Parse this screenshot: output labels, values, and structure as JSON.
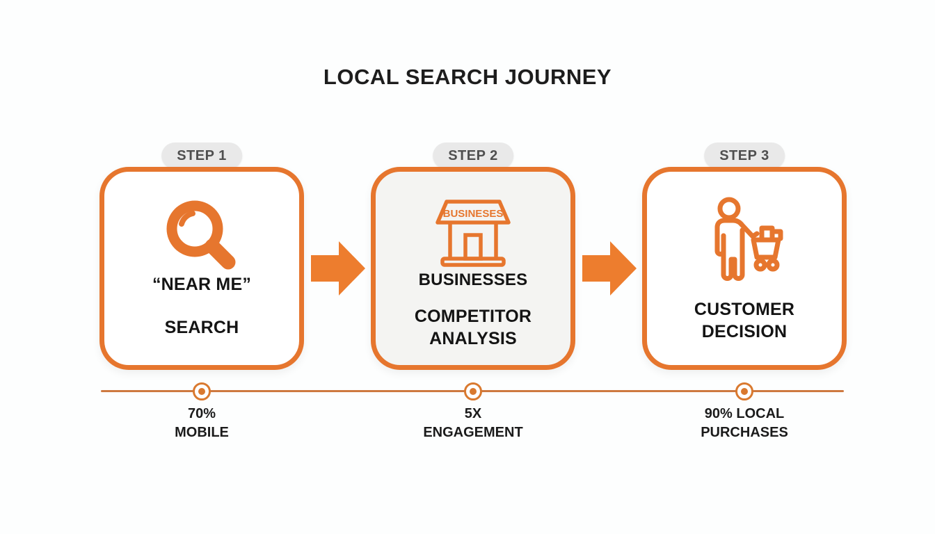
{
  "page": {
    "title": "LOCAL SEARCH JOURNEY",
    "background_color": "#fdfefe",
    "accent_orange": "#e6762e",
    "arrow_orange": "#ed7d2e",
    "badge_gray": "#e9e9e9",
    "step2_box_bg": "#f4f4f2",
    "timeline_line_color": "#ce7940"
  },
  "steps": [
    {
      "badge": "STEP 1",
      "icon": "magnifier-icon",
      "label1": "“NEAR ME”",
      "label2": "SEARCH"
    },
    {
      "badge": "STEP 2",
      "icon": "storefront-icon",
      "sign": "BUSINESES",
      "label1": "BUSINESSES",
      "label2": "COMPETITOR ANALYSIS"
    },
    {
      "badge": "STEP 3",
      "icon": "person-cart-icon",
      "label2": "CUSTOMER DECISION"
    }
  ],
  "timeline": {
    "milestones": [
      {
        "line1": "70%",
        "line2": "MOBILE"
      },
      {
        "line1": "5X",
        "line2": "ENGAGEMENT"
      },
      {
        "line1": "90% LOCAL",
        "line2": "PURCHASES"
      }
    ]
  }
}
